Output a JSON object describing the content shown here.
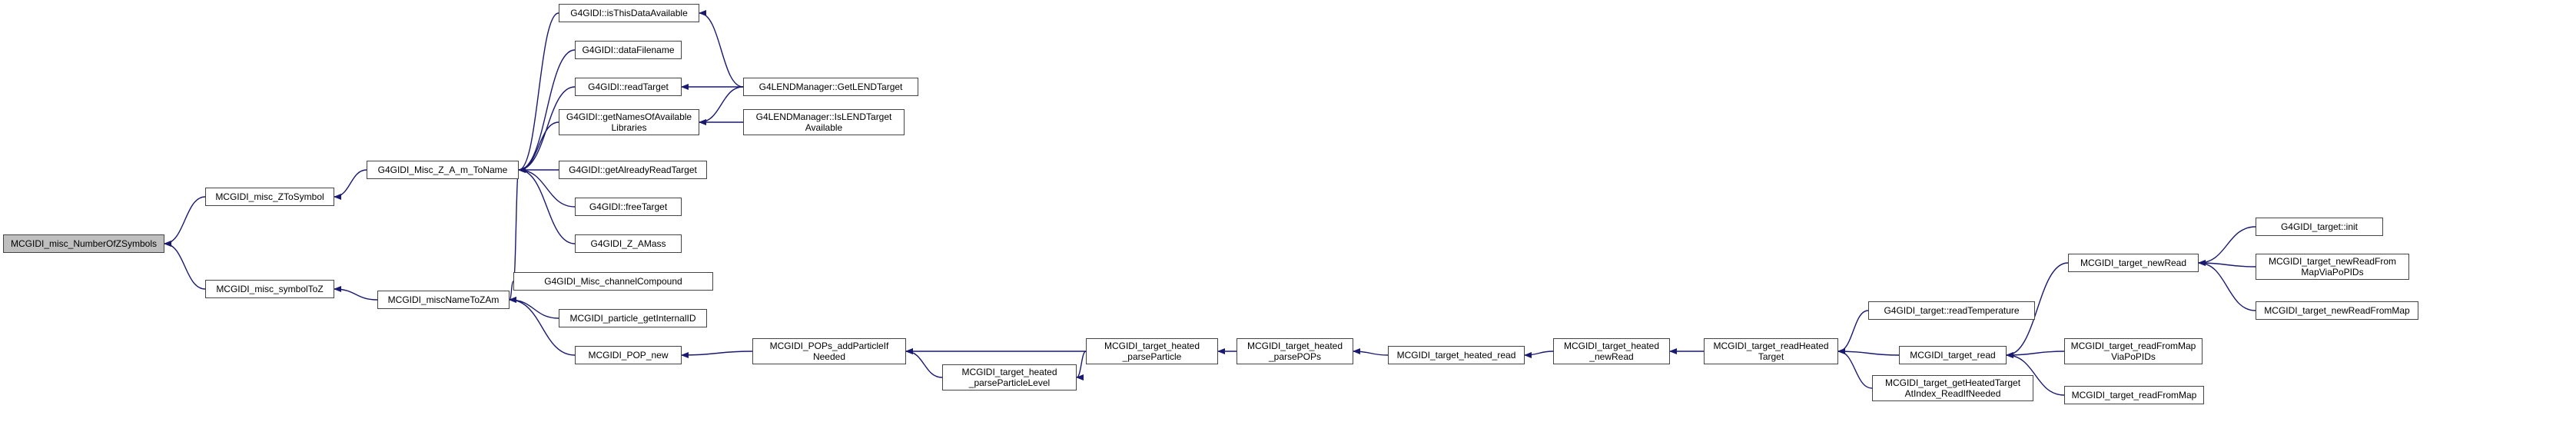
{
  "graph": {
    "nodes": [
      {
        "id": "n0",
        "label": "MCGIDI_misc_NumberOfZSymbols",
        "focus": true
      },
      {
        "id": "n1",
        "label": "MCGIDI_misc_ZToSymbol"
      },
      {
        "id": "n2",
        "label": "MCGIDI_misc_symbolToZ"
      },
      {
        "id": "n3",
        "label": "G4GIDI_Misc_Z_A_m_ToName"
      },
      {
        "id": "n4",
        "label": "MCGIDI_miscNameToZAm"
      },
      {
        "id": "n5",
        "label": "G4GIDI::isThisDataAvailable"
      },
      {
        "id": "n6",
        "label": "G4GIDI::dataFilename"
      },
      {
        "id": "n7",
        "label": "G4GIDI::readTarget"
      },
      {
        "id": "n8",
        "label": "G4GIDI::getNamesOfAvailable\nLibraries"
      },
      {
        "id": "n9",
        "label": "G4GIDI::getAlreadyReadTarget"
      },
      {
        "id": "n10",
        "label": "G4GIDI::freeTarget"
      },
      {
        "id": "n11",
        "label": "G4GIDI_Z_AMass"
      },
      {
        "id": "n12",
        "label": "G4GIDI_Misc_channelCompound"
      },
      {
        "id": "n13",
        "label": "MCGIDI_particle_getInternalID"
      },
      {
        "id": "n14",
        "label": "MCGIDI_POP_new"
      },
      {
        "id": "n15",
        "label": "G4LENDManager::GetLENDTarget"
      },
      {
        "id": "n16",
        "label": "G4LENDManager::IsLENDTarget\nAvailable"
      },
      {
        "id": "n17",
        "label": "MCGIDI_POPs_addParticleIf\nNeeded"
      },
      {
        "id": "n18",
        "label": "MCGIDI_target_heated\n_parseParticleLevel"
      },
      {
        "id": "n19",
        "label": "MCGIDI_target_heated\n_parseParticle"
      },
      {
        "id": "n20",
        "label": "MCGIDI_target_heated\n_parsePOPs"
      },
      {
        "id": "n21",
        "label": "MCGIDI_target_heated_read"
      },
      {
        "id": "n22",
        "label": "MCGIDI_target_heated\n_newRead"
      },
      {
        "id": "n23",
        "label": "MCGIDI_target_readHeated\nTarget"
      },
      {
        "id": "n24",
        "label": "G4GIDI_target::readTemperature"
      },
      {
        "id": "n25",
        "label": "MCGIDI_target_read"
      },
      {
        "id": "n26",
        "label": "MCGIDI_target_getHeatedTarget\nAtIndex_ReadIfNeeded"
      },
      {
        "id": "n27",
        "label": "MCGIDI_target_newRead"
      },
      {
        "id": "n28",
        "label": "MCGIDI_target_readFromMap\nViaPoPIDs"
      },
      {
        "id": "n29",
        "label": "MCGIDI_target_readFromMap"
      },
      {
        "id": "n30",
        "label": "G4GIDI_target::init"
      },
      {
        "id": "n31",
        "label": "MCGIDI_target_newReadFrom\nMapViaPoPIDs"
      },
      {
        "id": "n32",
        "label": "MCGIDI_target_newReadFromMap"
      }
    ],
    "edges": [
      {
        "from": "n1",
        "to": "n0"
      },
      {
        "from": "n2",
        "to": "n0"
      },
      {
        "from": "n3",
        "to": "n1"
      },
      {
        "from": "n4",
        "to": "n2"
      },
      {
        "from": "n5",
        "to": "n3"
      },
      {
        "from": "n6",
        "to": "n3"
      },
      {
        "from": "n7",
        "to": "n3"
      },
      {
        "from": "n8",
        "to": "n3"
      },
      {
        "from": "n9",
        "to": "n3"
      },
      {
        "from": "n10",
        "to": "n3"
      },
      {
        "from": "n11",
        "to": "n3"
      },
      {
        "from": "n12",
        "to": "n3"
      },
      {
        "from": "n12",
        "to": "n4"
      },
      {
        "from": "n13",
        "to": "n4"
      },
      {
        "from": "n14",
        "to": "n4"
      },
      {
        "from": "n15",
        "to": "n5"
      },
      {
        "from": "n15",
        "to": "n7"
      },
      {
        "from": "n15",
        "to": "n8"
      },
      {
        "from": "n16",
        "to": "n8"
      },
      {
        "from": "n17",
        "to": "n14"
      },
      {
        "from": "n19",
        "to": "n17"
      },
      {
        "from": "n18",
        "to": "n17"
      },
      {
        "from": "n19",
        "to": "n18"
      },
      {
        "from": "n20",
        "to": "n19"
      },
      {
        "from": "n21",
        "to": "n20"
      },
      {
        "from": "n22",
        "to": "n21"
      },
      {
        "from": "n23",
        "to": "n22"
      },
      {
        "from": "n24",
        "to": "n23"
      },
      {
        "from": "n25",
        "to": "n23"
      },
      {
        "from": "n26",
        "to": "n23"
      },
      {
        "from": "n27",
        "to": "n25"
      },
      {
        "from": "n28",
        "to": "n25"
      },
      {
        "from": "n29",
        "to": "n25"
      },
      {
        "from": "n30",
        "to": "n27"
      },
      {
        "from": "n31",
        "to": "n27"
      },
      {
        "from": "n32",
        "to": "n27"
      }
    ]
  }
}
